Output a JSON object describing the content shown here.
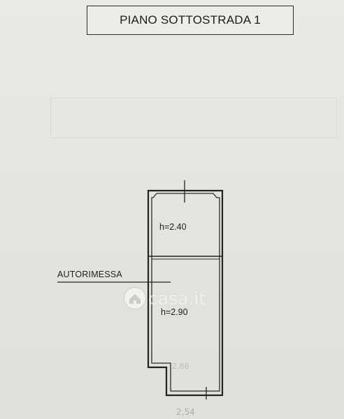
{
  "floor_title": "PIANO SOTTOSTRADA 1",
  "rooms": {
    "upper_height": "h=2.40",
    "lower_height": "h=2.90",
    "garage_label": "AUTORIMESSA"
  },
  "watermark": {
    "brand_text": "casa.it",
    "brand_color": "#ffffff"
  },
  "colors": {
    "paper": "#e6e7e2",
    "ink": "#1f1f1f"
  }
}
